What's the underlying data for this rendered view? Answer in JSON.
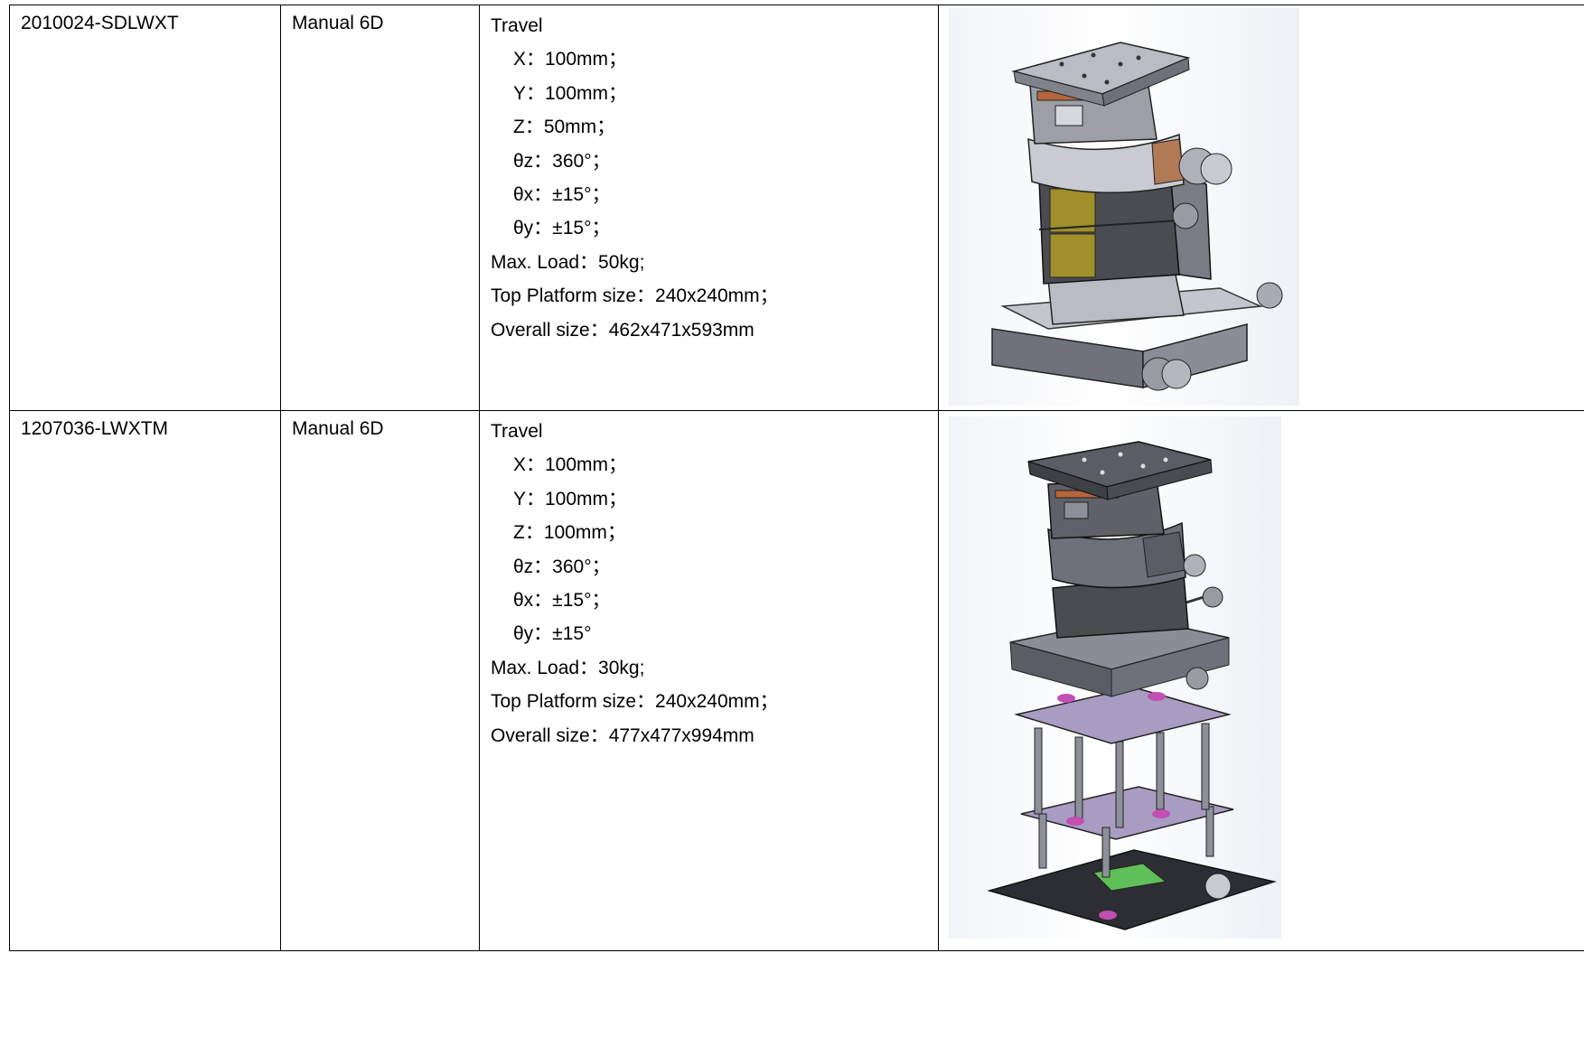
{
  "rows": [
    {
      "model": "2010024-SDLWXT",
      "type": "Manual 6D",
      "spec_heading": "Travel",
      "travel": [
        "X：100mm；",
        "Y：100mm；",
        "Z：50mm；",
        "θz：360°；",
        "θx：±15°；",
        "θy：±15°；"
      ],
      "max_load": "Max. Load：50kg;",
      "top_platform": "Top Platform size：240x240mm；",
      "overall_size": "Overall size：462x471x593mm",
      "image_name": "manual-6d-stage-render-short"
    },
    {
      "model": "1207036-LWXTM",
      "type": "Manual 6D",
      "spec_heading": "Travel",
      "travel": [
        "X：100mm；",
        "Y：100mm；",
        "Z：100mm；",
        "θz：360°；",
        "θx：±15°；",
        "θy：±15°"
      ],
      "max_load": "Max. Load：30kg;",
      "top_platform": "Top Platform size：240x240mm；",
      "overall_size": "Overall size：477x477x994mm",
      "image_name": "manual-6d-stage-render-tall"
    }
  ],
  "colors": {
    "metal_light": "#b9bcc2",
    "metal_mid": "#8d9098",
    "metal_dark": "#4a4c52",
    "olive_panel": "#a08f2a",
    "copper": "#b7653d",
    "magenta_knob": "#c24fb3",
    "green_block": "#5fbf58",
    "purple_plate": "#a89cc2"
  }
}
